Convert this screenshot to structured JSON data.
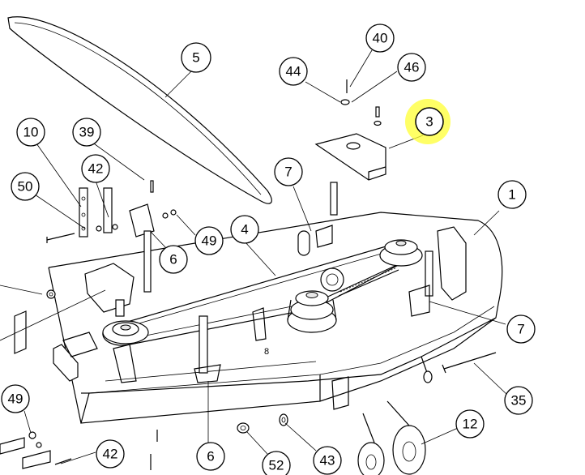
{
  "callouts": {
    "c40": "40",
    "c44": "44",
    "c46": "46",
    "c5": "5",
    "c3": "3",
    "c10": "10",
    "c39": "39",
    "c42a": "42",
    "c50": "50",
    "c7a": "7",
    "c1": "1",
    "c4": "4",
    "c49a": "49",
    "c6a": "6",
    "c7b": "7",
    "c35": "35",
    "c49b": "49",
    "c12": "12",
    "c42b": "42",
    "c6b": "6",
    "c52": "52",
    "c43": "43"
  },
  "labels": {
    "pulley_number": "8"
  },
  "colors": {
    "highlight": "#ffff33",
    "line": "#000000",
    "background": "#ffffff"
  }
}
